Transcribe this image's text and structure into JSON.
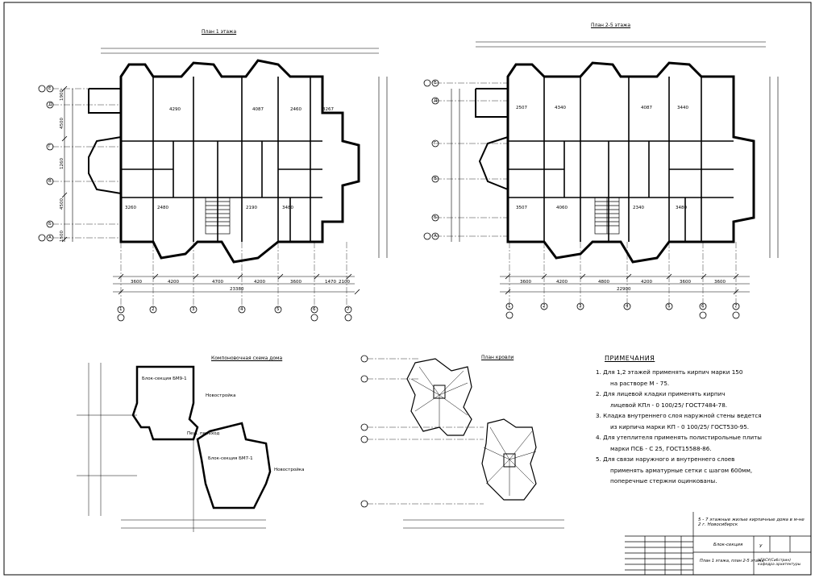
{
  "plans": {
    "plan1": {
      "title": "План 1 этажа"
    },
    "plan2": {
      "title": "План 2-5 этажа"
    }
  },
  "layout_scheme": {
    "title": "Компоновочная схема дома",
    "section1": "Блок-секция БМ9-1",
    "section2": "Блок-секция БМ7-1",
    "expansion": "Пеш. переход",
    "nearby1": "Новостройка",
    "nearby2": "Новостройка"
  },
  "roof": {
    "title": "План кровли"
  },
  "axes": {
    "numbers": [
      "1",
      "2",
      "3",
      "4",
      "5",
      "6",
      "7"
    ],
    "letters": [
      "Е",
      "Д",
      "Г",
      "В",
      "Б",
      "А"
    ]
  },
  "dims": {
    "plan1_bottom": [
      "3600",
      "4200",
      "4700",
      "4200",
      "3600",
      "1470",
      "2100"
    ],
    "plan1_total": "23380",
    "plan2_bottom": [
      "3600",
      "4200",
      "4800",
      "4200",
      "3600",
      "3600"
    ],
    "plan2_total": "22900",
    "plan1_left": [
      "1500",
      "4500",
      "1260",
      "4500",
      "1900"
    ],
    "plan1_rooms": [
      "4290",
      "4087",
      "2460",
      "3260",
      "3480",
      "2190",
      "2480",
      "3267"
    ],
    "plan2_rooms": [
      "4340",
      "4087",
      "3440",
      "2507",
      "4060",
      "2340",
      "3480",
      "3507"
    ]
  },
  "notes": {
    "heading": "ПРИМЕЧАНИЯ",
    "items": [
      "1. Для 1,2 этажей применять кирпич марки 150",
      "на растворе М - 75.",
      "2. Для лицевой кладки применять кирпич",
      "лицевой КПл - 0 100/25/ ГОСТ7484-78.",
      "3. Кладка внутреннего слоя наружной стены ведется",
      "из кирпича марки КП - 0 100/25/ ГОСТ530-95.",
      "4. Для утеплителя применять полистирольные плиты",
      "марки ПСБ - С 25, ГОСТ15588-86.",
      "5. Для связи наружного и внутреннего слоев",
      "применять арматурные сетки с шагом 600мм,",
      "поперечные стержни оцинкованы."
    ]
  },
  "stamp": {
    "project": "5 - 7 этажные жилые кирпичные дома в м-не 2 г. Новосибирск",
    "sheet_title": "Блок-секция",
    "drawing": "План 1 этажа, план 2-5 этажа",
    "stage": "У",
    "org": "НГАСУ(Сибстрин) кафедра архитектуры"
  }
}
